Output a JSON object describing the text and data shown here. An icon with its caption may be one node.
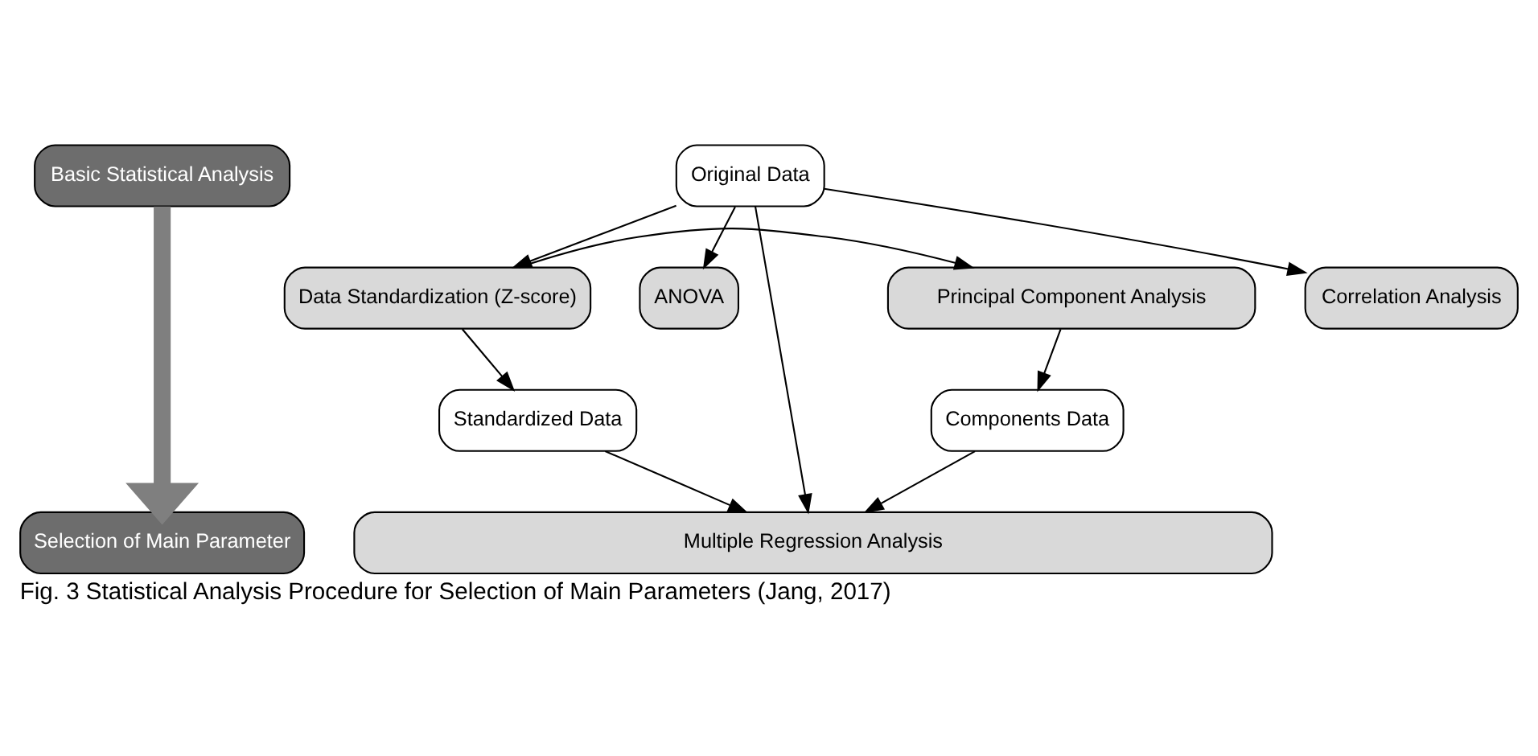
{
  "diagram": {
    "caption": "Fig. 3 Statistical Analysis Procedure for Selection of Main Parameters (Jang, 2017)",
    "nodes": [
      {
        "text": [
          "Basic Statistical Analysis"
        ]
      },
      {
        "text": [
          "Original Data"
        ]
      },
      {
        "text": [
          "Correlation Analysis"
        ]
      },
      {
        "text": [
          "ANOVA"
        ]
      },
      {
        "text": [
          "Data Standardization (Z-score)"
        ]
      },
      {
        "text": [
          "Principal Component Analysis"
        ]
      },
      {
        "text": [
          "Standardized Data"
        ]
      },
      {
        "text": [
          "Components Data"
        ]
      },
      {
        "text": [
          "Selection of Main Parameter"
        ]
      },
      {
        "text": [
          "Multiple Regression Analysis"
        ]
      }
    ],
    "edges": [
      {
        "from": 0,
        "to": 8,
        "arrow": "to",
        "style": "thick",
        "color": "#7f7f7f"
      },
      {
        "from": 1,
        "to": 2,
        "arrow": "to"
      },
      {
        "from": 1,
        "to": 3,
        "arrow": "to"
      },
      {
        "from": 1,
        "to": 4,
        "arrow": "to"
      },
      {
        "from": 4,
        "to": 5,
        "arrow": "to"
      },
      {
        "from": 4,
        "to": 6,
        "arrow": "to"
      },
      {
        "from": 5,
        "to": 7,
        "arrow": "to"
      },
      {
        "from": 1,
        "to": 9,
        "arrow": "to"
      },
      {
        "from": 6,
        "to": 9,
        "arrow": "to"
      },
      {
        "from": 7,
        "to": 9,
        "arrow": "to"
      }
    ]
  }
}
